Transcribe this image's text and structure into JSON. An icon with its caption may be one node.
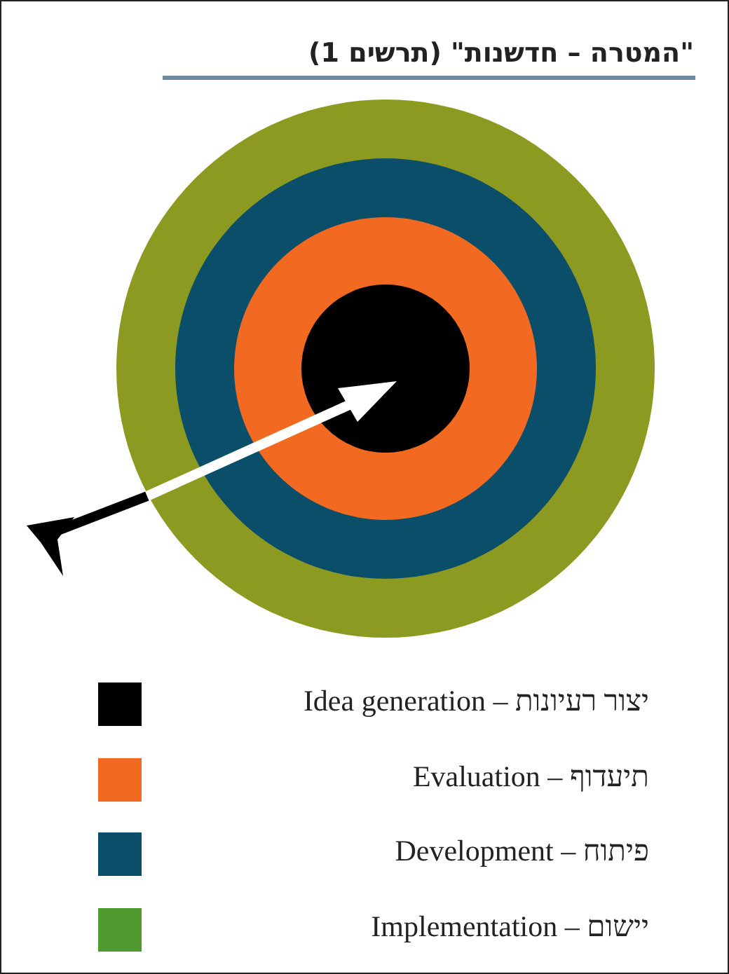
{
  "diagram": {
    "title": "\"המטרה – חדשנות\" (תרשים 1)",
    "legend": [
      {
        "text": "Idea generation – יצור רעיונות",
        "color": "#000000"
      },
      {
        "text": "Evaluation – תיעדוף",
        "color": "#f26a21"
      },
      {
        "text": "Development – פיתוח",
        "color": "#0b4e6a"
      },
      {
        "text": "Implementation – יישום",
        "color": "#4e9a2f"
      }
    ]
  }
}
